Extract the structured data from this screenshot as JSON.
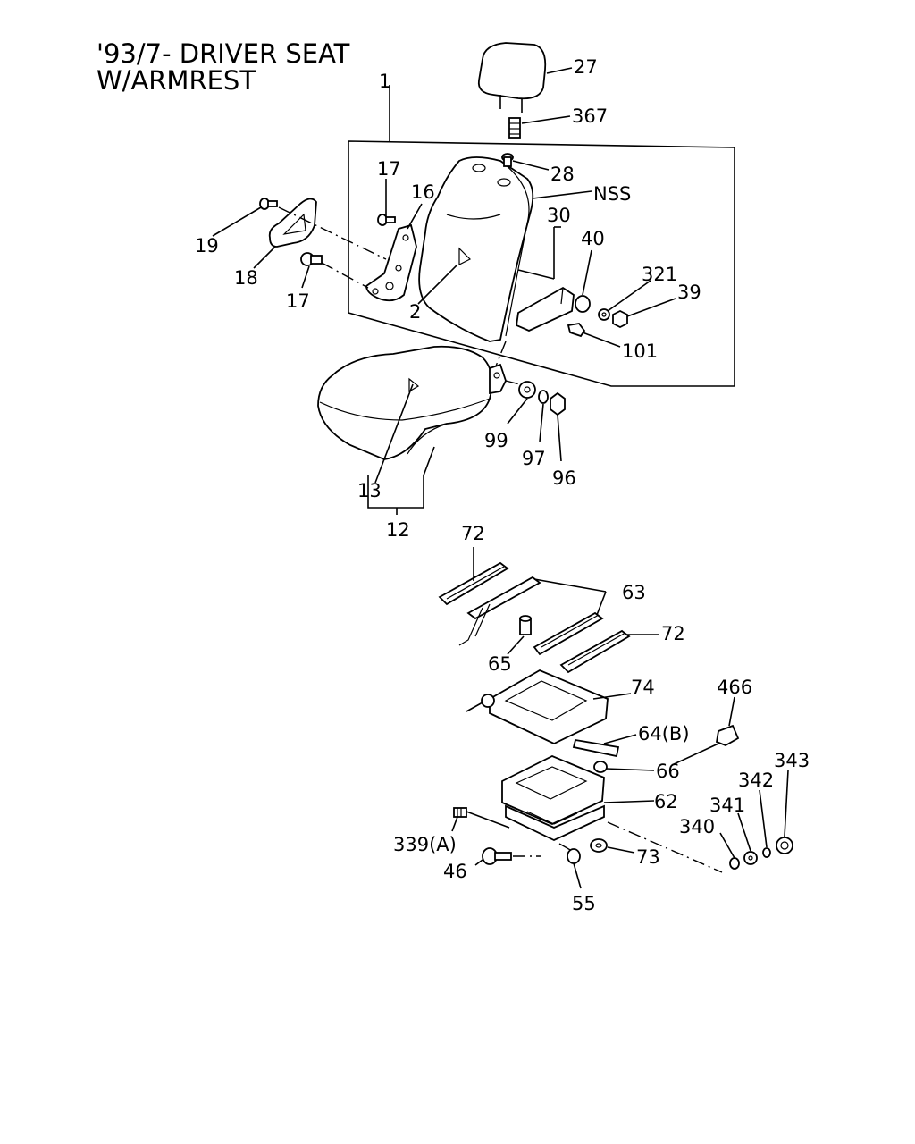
{
  "title": {
    "line1": "'93/7- DRIVER SEAT",
    "line2": "W/ARMREST"
  },
  "labels": {
    "l1": "1",
    "l2": "2",
    "l12": "12",
    "l13": "13",
    "l16": "16",
    "l17a": "17",
    "l17b": "17",
    "l18": "18",
    "l19": "19",
    "l27": "27",
    "l28": "28",
    "l30": "30",
    "l39": "39",
    "l40": "40",
    "l46": "46",
    "l55": "55",
    "l62": "62",
    "l63": "63",
    "l64b": "64(B)",
    "l65": "65",
    "l66": "66",
    "l72a": "72",
    "l72b": "72",
    "l73": "73",
    "l74": "74",
    "l96": "96",
    "l97": "97",
    "l99": "99",
    "l101": "101",
    "l321": "321",
    "l339a": "339(A)",
    "l340": "340",
    "l341": "341",
    "l342": "342",
    "l343": "343",
    "l367": "367",
    "l466": "466",
    "nss": "NSS"
  }
}
